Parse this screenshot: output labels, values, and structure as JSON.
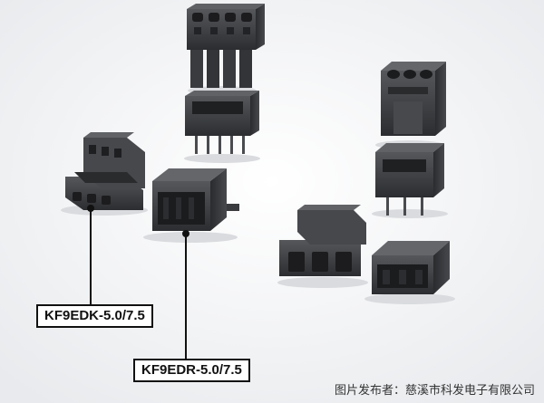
{
  "labels": {
    "part_1": "KF9EDK-5.0/7.5",
    "part_2": "KF9EDR-5.0/7.5"
  },
  "watermark": "图片发布者：慈溪市科发电子有限公司",
  "colors": {
    "background": "#f2f3f5",
    "connector_body": "#3b3c3f",
    "callout_line": "#111111"
  }
}
